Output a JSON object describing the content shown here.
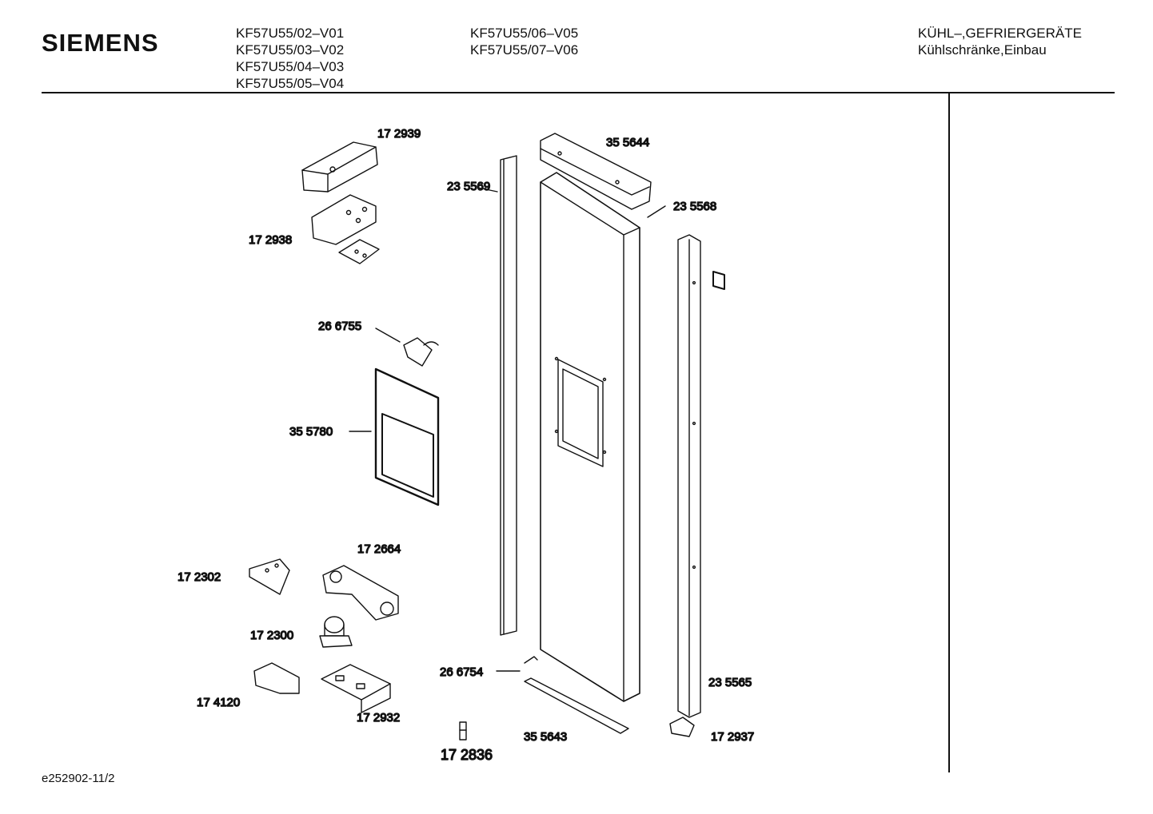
{
  "header": {
    "brand": "SIEMENS",
    "models_col1": [
      "KF57U55/02–V01",
      "KF57U55/03–V02",
      "KF57U55/04–V03",
      "KF57U55/05–V04"
    ],
    "models_col2": [
      "KF57U55/06–V05",
      "KF57U55/07–V06"
    ],
    "category": "KÜHL–,GEFRIERGERÄTE",
    "subcategory": "Kühlschränke,Einbau"
  },
  "parts": {
    "p172939": "17 2939",
    "p172938": "17 2938",
    "p266755": "26 6755",
    "p355780": "35 5780",
    "p235569": "23 5569",
    "p355644": "35 5644",
    "p235568": "23 5568",
    "p172664": "17 2664",
    "p172302": "17 2302",
    "p172300": "17 2300",
    "p174120": "17 4120",
    "p172932": "17 2932",
    "p266754": "26 6754",
    "p235565": "23 5565",
    "p172837": "17 2937",
    "p355643": "35 5643",
    "p172836": "17 2836"
  },
  "footer": {
    "drawing_id": "e252902-11/2"
  }
}
